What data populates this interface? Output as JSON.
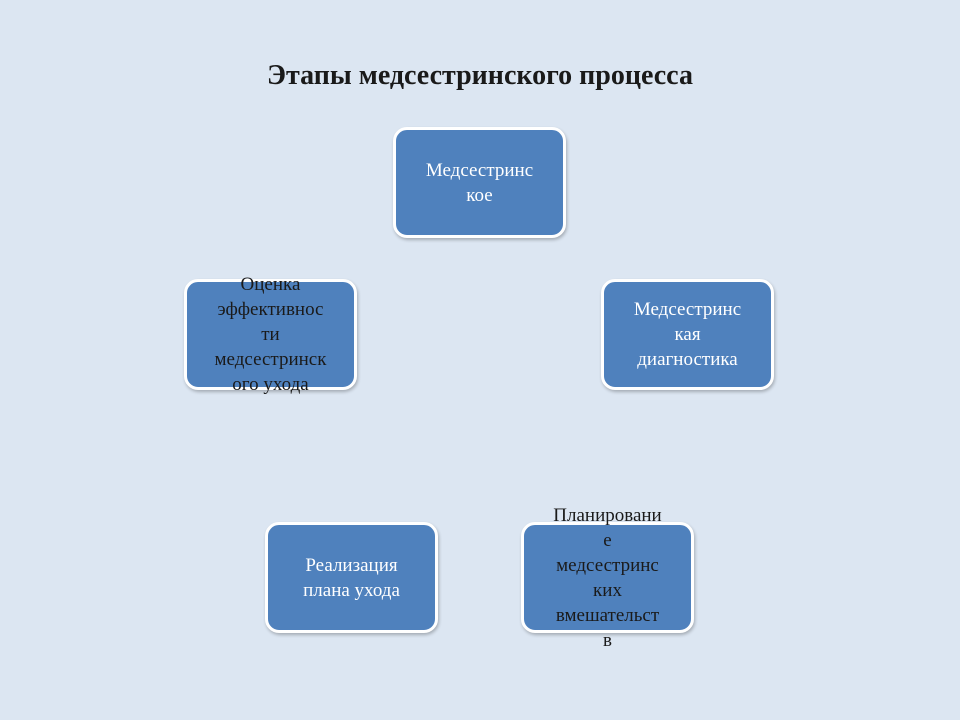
{
  "title": "Этапы медсестринского процесса",
  "nodes": [
    {
      "id": "n1",
      "label": "Медсестринс\nкое"
    },
    {
      "id": "n2",
      "label": "Медсестринс\nкая\nдиагностика"
    },
    {
      "id": "n3",
      "label": "Планировани\nе\nмедсестринс\nких\nвмешательст\nв"
    },
    {
      "id": "n4",
      "label": "Реализация\nплана ухода"
    },
    {
      "id": "n5",
      "label": "Оценка\nэффективнос\nти\nмедсестринск\nого ухода"
    }
  ],
  "colors": {
    "background": "#dce6f2",
    "node_fill": "#4f81bd",
    "node_border": "#ffffff"
  }
}
